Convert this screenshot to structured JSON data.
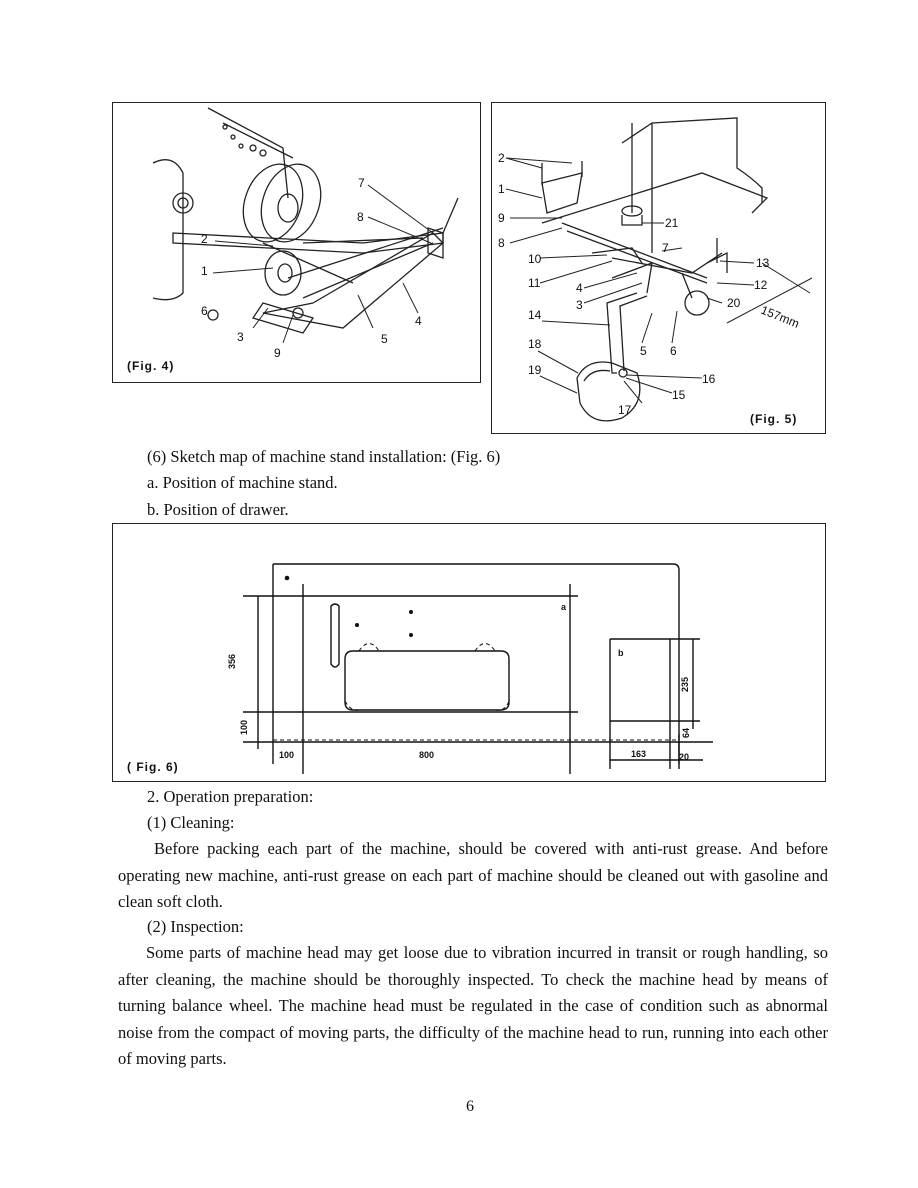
{
  "figures": {
    "fig4": {
      "caption": "(Fig. 4)",
      "labels": {
        "l1": "1",
        "l2": "2",
        "l3": "3",
        "l4": "4",
        "l5": "5",
        "l6": "6",
        "l7": "7",
        "l8": "8",
        "l9": "9"
      }
    },
    "fig5": {
      "caption": "(Fig. 5)",
      "dimension": "157mm",
      "labels": {
        "l1": "1",
        "l2": "2",
        "l3": "3",
        "l4": "4",
        "l5": "5",
        "l6": "6",
        "l7": "7",
        "l8": "8",
        "l9": "9",
        "l10": "10",
        "l11": "11",
        "l12": "12",
        "l13": "13",
        "l14": "14",
        "l15": "15",
        "l16": "16",
        "l17": "17",
        "l18": "18",
        "l19": "19",
        "l20": "20",
        "l21": "21"
      }
    },
    "fig6": {
      "caption": "( Fig. 6)",
      "marker_a": "a",
      "marker_b": "b",
      "dims": {
        "d356": "356",
        "d100v": "100",
        "d100h": "100",
        "d800": "800",
        "d235": "235",
        "d64": "64",
        "d163": "163",
        "d20": "20"
      }
    }
  },
  "text": {
    "item6_title": "(6)  Sketch map of machine stand installation: (Fig. 6)",
    "item6_a": "a. Position of machine stand.",
    "item6_b": "b. Position of drawer.",
    "section2_title": "2. Operation preparation:",
    "cleaning_title": "(1) Cleaning:",
    "cleaning_body": "Before packing each part of the machine, should be covered with anti-rust grease. And before operating new machine, anti-rust grease on each part of machine should be cleaned out with gasoline and clean soft cloth.",
    "inspection_title": "(2)  Inspection:",
    "inspection_body": "Some parts of machine head may get loose due to vibration incurred in transit or rough handling, so after cleaning, the machine should be thoroughly inspected. To check the machine head by means of turning balance wheel. The machine head must be regulated in the case of condition such as abnormal noise from the compact of moving parts, the difficulty of the machine head to run, running into each other of moving parts.",
    "page_number": "6"
  }
}
